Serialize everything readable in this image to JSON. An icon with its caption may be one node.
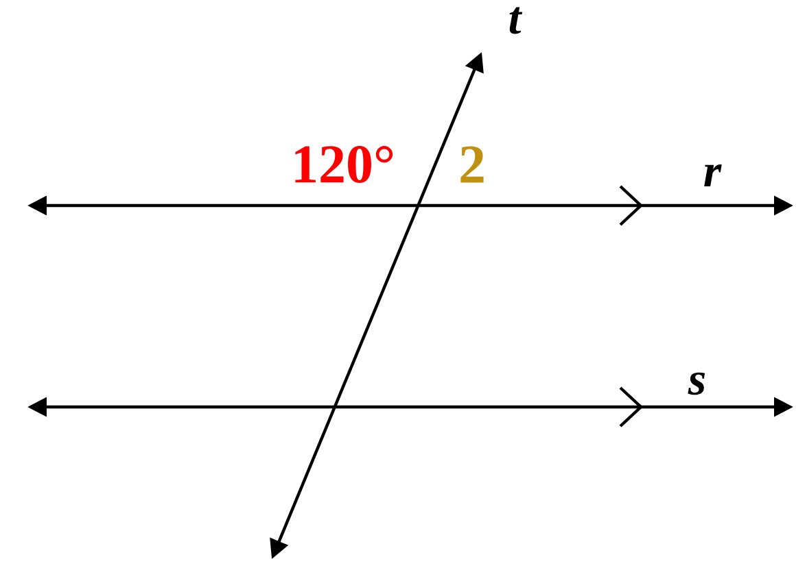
{
  "diagram": {
    "labels": [
      "t",
      "120°",
      "2",
      "r",
      "s"
    ]
  }
}
